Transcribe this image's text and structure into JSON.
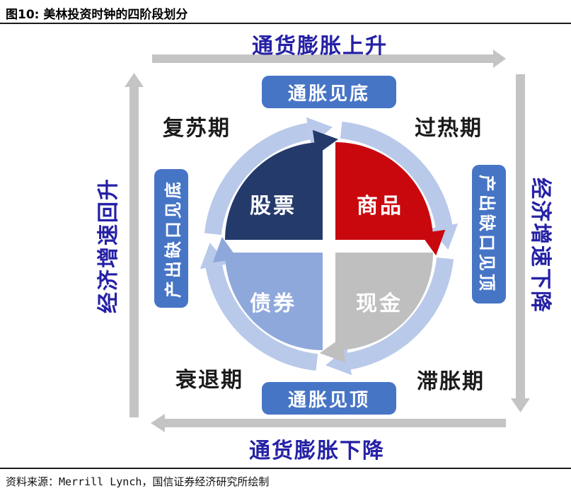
{
  "title": "图10: 美林投资时钟的四阶段划分",
  "source": "资料来源：Merrill Lynch，国信证券经济研究所绘制",
  "axes": {
    "top": "通货膨胀上升",
    "bottom": "通货膨胀下降",
    "left": "经济增速回升",
    "right": "经济增速下降"
  },
  "phases": {
    "top_left": "复苏期",
    "top_right": "过热期",
    "bottom_left": "衰退期",
    "bottom_right": "滞胀期"
  },
  "badges": {
    "top": "通胀见底",
    "bottom": "通胀见顶",
    "left": "产出缺口见底",
    "right": "产出缺口见顶"
  },
  "quadrants": {
    "stocks": {
      "label": "股票",
      "color": "#243A6B"
    },
    "commodities": {
      "label": "商品",
      "color": "#C9080D"
    },
    "bonds": {
      "label": "债券",
      "color": "#8FA8DC"
    },
    "cash": {
      "label": "现金",
      "color": "#BFBFBF"
    }
  },
  "colors": {
    "ring": "#B9C9EA",
    "badge": "#4775C6",
    "axis_text": "#2521A5",
    "gray_arrow": "#C4C4C4"
  }
}
